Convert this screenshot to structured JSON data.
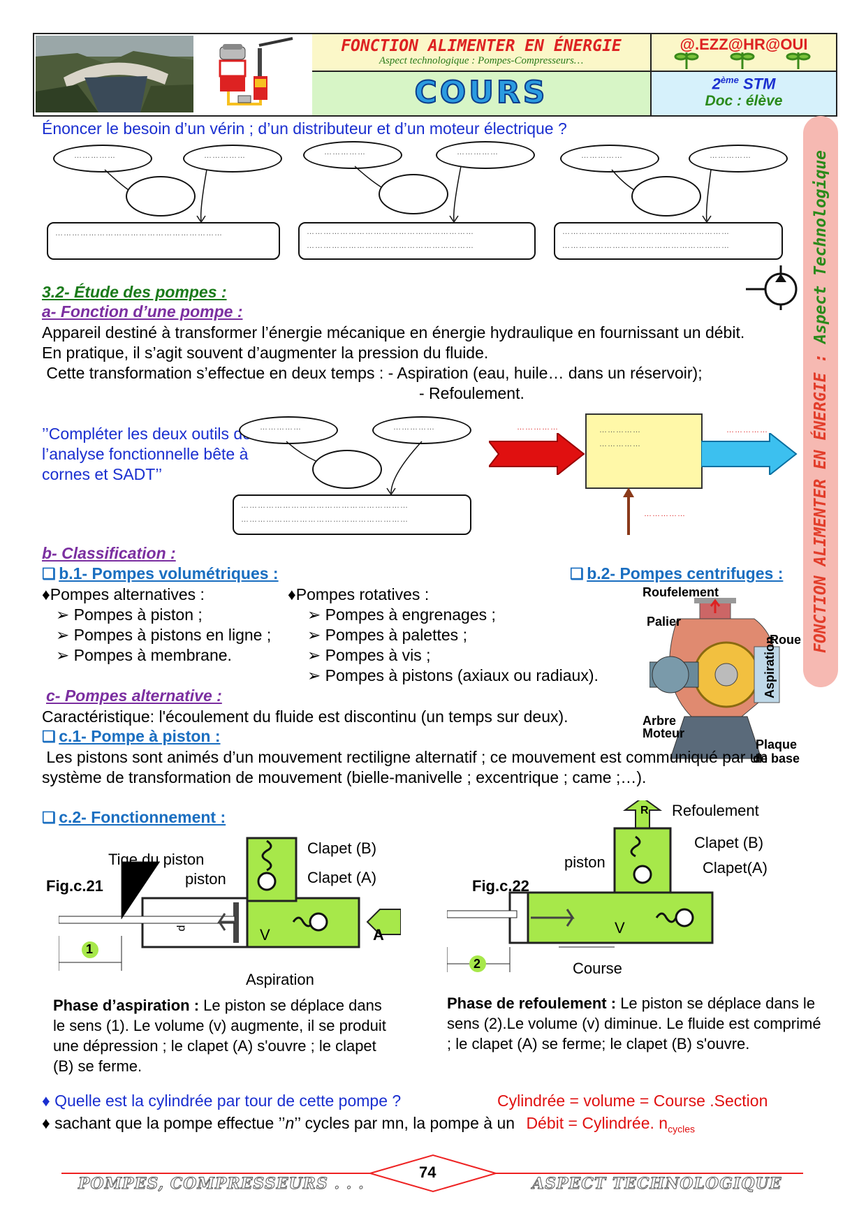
{
  "header": {
    "title": "FONCTION ALIMENTER EN ÉNERGIE",
    "subtitle": "Aspect technologique : Pompes-Compresseurs…",
    "cours": "COURS",
    "author": "@.EZZ@HR@OUI",
    "level_sup": "ème",
    "level_num": "2",
    "level_name": "STM",
    "doc": "Doc : élève"
  },
  "intro_question": "Énoncer le besoin d’un vérin ; d’un distributeur  et d’un moteur électrique ?",
  "blank_short": "……………",
  "blank_line": "……………………………………………………",
  "section": {
    "title": "3.2- Étude des pompes :",
    "a_title": "a- Fonction d’une pompe :",
    "a_p1": "Appareil destiné à transformer l’énergie mécanique en énergie hydraulique en fournissant un débit.",
    "a_p2": "En pratique, il s’agit souvent d’augmenter la pression du fluide.",
    "a_p3": " Cette transformation s’effectue en deux temps : - Aspiration (eau, huile… dans un réservoir);",
    "a_p4": "- Refoulement.",
    "complete": "’’Compléter les deux outils de l’analyse fonctionnelle bête à cornes et  SADT’’",
    "b_title": "b- Classification :",
    "b1_title": "b.1- Pompes volumétriques :",
    "b2_title": "b.2- Pompes centrifuges :",
    "alt_title": "♦Pompes alternatives :",
    "alt_items": [
      "Pompes à piston ;",
      "Pompes à pistons en ligne ;",
      "Pompes à membrane."
    ],
    "rot_title": "♦Pompes rotatives :",
    "rot_items": [
      "Pompes à engrenages ;",
      "Pompes à palettes ;",
      "Pompes à vis ;",
      "Pompes à pistons (axiaux ou radiaux)."
    ],
    "centrifugal_labels": {
      "roufelement": "Roufelement",
      "palier": "Palier",
      "roue": "Roue",
      "aspiration": "Aspiration",
      "arbre": "Arbre",
      "moteur": "Moteur",
      "plaque": "Plaque",
      "de_base": "de base"
    },
    "c_title": "c- Pompes alternative :",
    "c_p1": "Caractéristique: l'écoulement du fluide est discontinu (un temps sur deux).",
    "c1_title": "c.1- Pompe à piston :",
    "c1_p": " Les pistons sont animés d’un mouvement rectiligne alternatif ; ce mouvement est communiqué par un système de transformation de mouvement (bielle-manivelle ; excentrique ; came ;…).",
    "c2_title": "c.2- Fonctionnement :"
  },
  "fig21": {
    "label": "Fig.c.21",
    "tige": "Tige du piston",
    "piston": "piston",
    "clapet_b": "Clapet (B)",
    "clapet_a": "Clapet (A)",
    "aspiration": "Aspiration",
    "v": "V",
    "d": "d",
    "a": "A",
    "num": "1",
    "caption_bold": "Phase d’aspiration :",
    "caption": " Le piston se déplace dans le sens (1). Le volume (v) augmente, il se produit une dépression ; le clapet (A) s'ouvre ; le clapet (B) se ferme."
  },
  "fig22": {
    "label": "Fig.c.22",
    "refoulement": "Refoulement",
    "piston": "piston",
    "clapet_b": "Clapet (B)",
    "clapet_a": "Clapet(A)",
    "course": "Course",
    "v": "V",
    "r": "R",
    "num": "2",
    "caption_bold": "Phase de refoulement :",
    "caption": " Le piston se déplace dans le sens (2).Le volume (v) diminue. Le fluide est comprimé ; le clapet (A) se ferme; le clapet (B) s'ouvre."
  },
  "question1": "♦ Quelle est la cylindrée par tour de cette pompe ?",
  "answer1": "Cylindrée = volume = Course .Section",
  "question2_a": "♦ sachant que la pompe effectue ’’",
  "question2_n": "n",
  "question2_b": "’’ cycles par mn, la pompe à un",
  "answer2": "Débit = Cylindrée. n",
  "answer2_sub": "cycles",
  "side": {
    "red": "FONCTION ALIMENTER EN ÉNERGIE : ",
    "green": "Aspect Technologique"
  },
  "footer": {
    "left": "POMPES, COMPRESSEURS . . .",
    "page": "74",
    "right": "ASPECT TECHNOLOGIQUE"
  },
  "colors": {
    "title_red": "#d22222",
    "question_blue": "#1a2fd0",
    "accent_green": "#9ee52a",
    "side_band": "#f6b9b2"
  }
}
